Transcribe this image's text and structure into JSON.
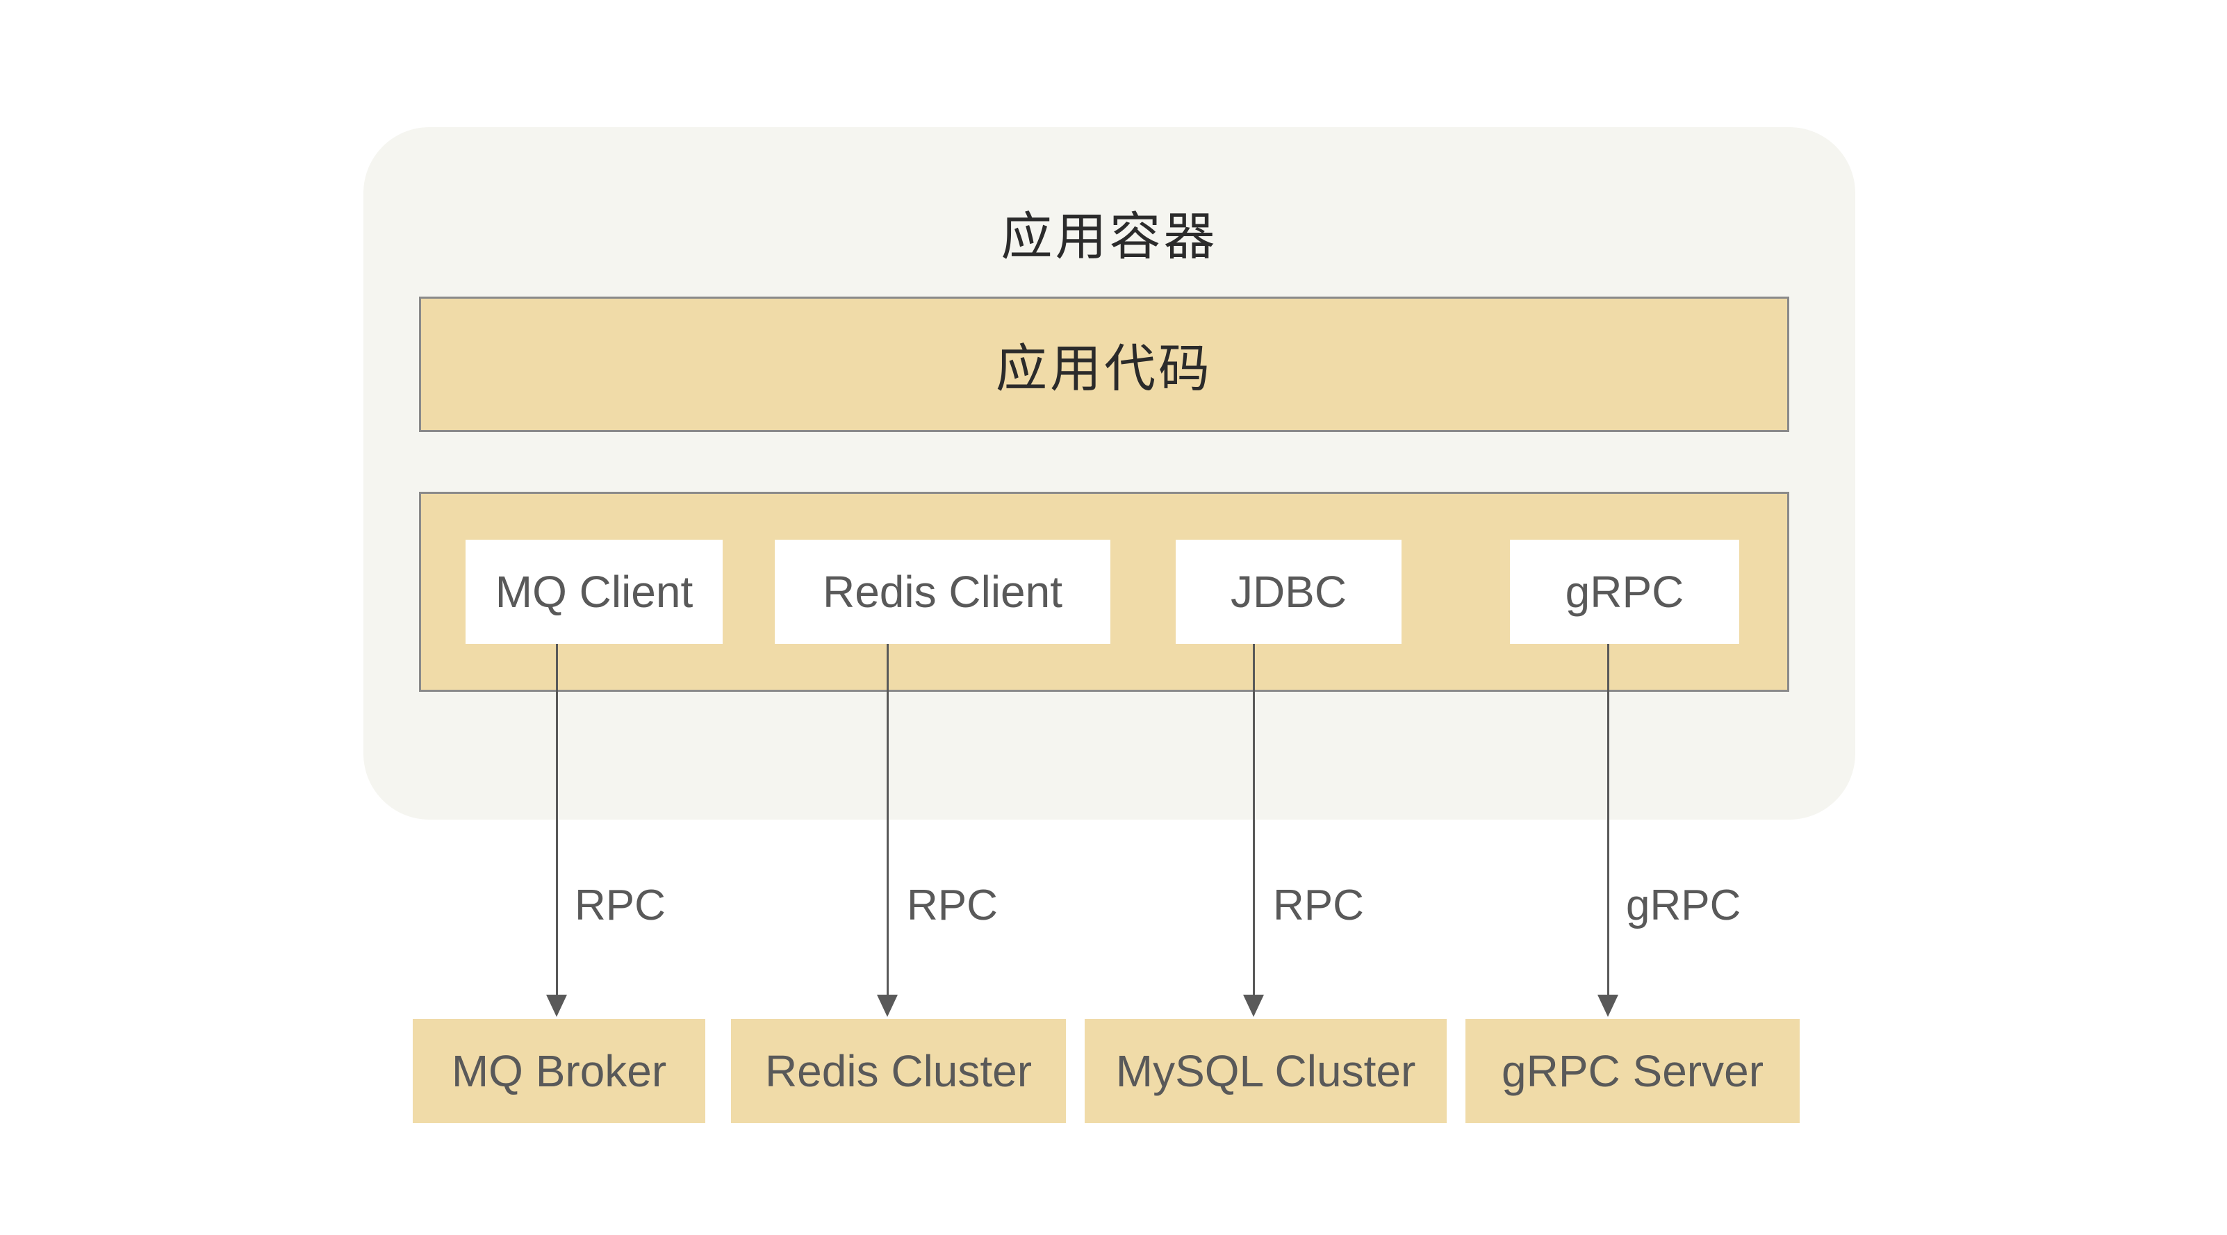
{
  "container": {
    "title": "应用容器"
  },
  "app_code": {
    "label": "应用代码"
  },
  "clients": [
    {
      "label": "MQ Client"
    },
    {
      "label": "Redis Client"
    },
    {
      "label": "JDBC"
    },
    {
      "label": "gRPC"
    }
  ],
  "connections": [
    {
      "label": "RPC"
    },
    {
      "label": "RPC"
    },
    {
      "label": "RPC"
    },
    {
      "label": "gRPC"
    }
  ],
  "servers": [
    {
      "label": "MQ Broker"
    },
    {
      "label": "Redis Cluster"
    },
    {
      "label": "MySQL Cluster"
    },
    {
      "label": "gRPC Server"
    }
  ],
  "colors": {
    "page_bg": "#ffffff",
    "container_bg": "#f5f5f0",
    "box_fill": "#f0dba8",
    "box_border": "#8a8a8a",
    "text_dark": "#2b2b2b",
    "text_gray": "#595959",
    "arrow": "#595959"
  }
}
